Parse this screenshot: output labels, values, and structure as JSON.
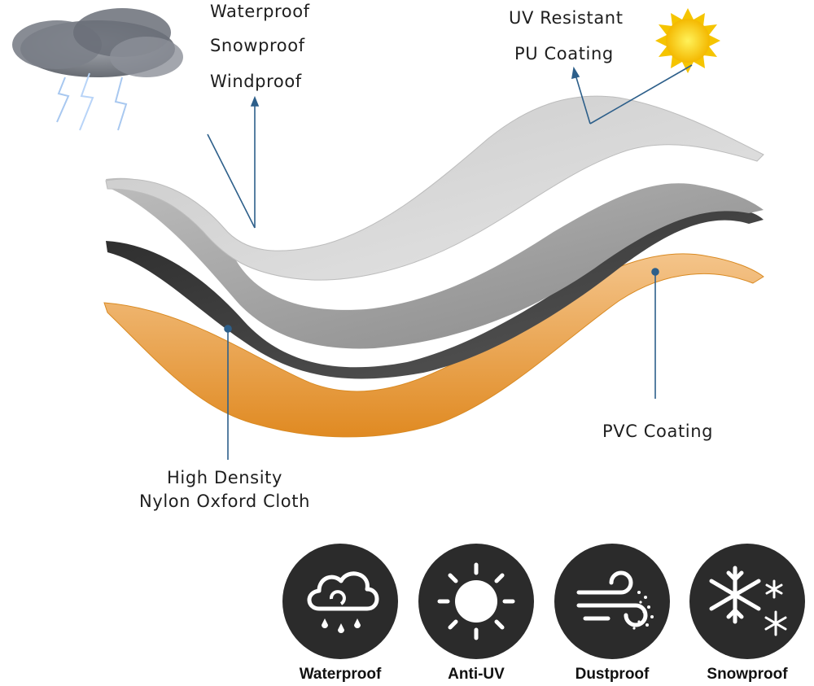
{
  "callouts": {
    "top_left": [
      "Waterproof",
      "Snowproof",
      "Windproof"
    ],
    "top_right": [
      "UV Resistant",
      "PU Coating"
    ],
    "pvc": "PVC Coating",
    "nylon": [
      "High Density",
      "Nylon Oxford Cloth"
    ]
  },
  "features": [
    {
      "label": "Waterproof",
      "icon": "cloud-rain-icon"
    },
    {
      "label": "Anti-UV",
      "icon": "sun-icon"
    },
    {
      "label": "Dustproof",
      "icon": "wind-dust-icon"
    },
    {
      "label": "Snowproof",
      "icon": "snowflake-icon"
    }
  ],
  "colors": {
    "top_layer": "#d4d4d4",
    "middle_layer": "#3a3a3a",
    "bottom_layer": "#e89a34",
    "leader_line": "#2d5f8a",
    "icon_circle": "#2b2b2b"
  }
}
